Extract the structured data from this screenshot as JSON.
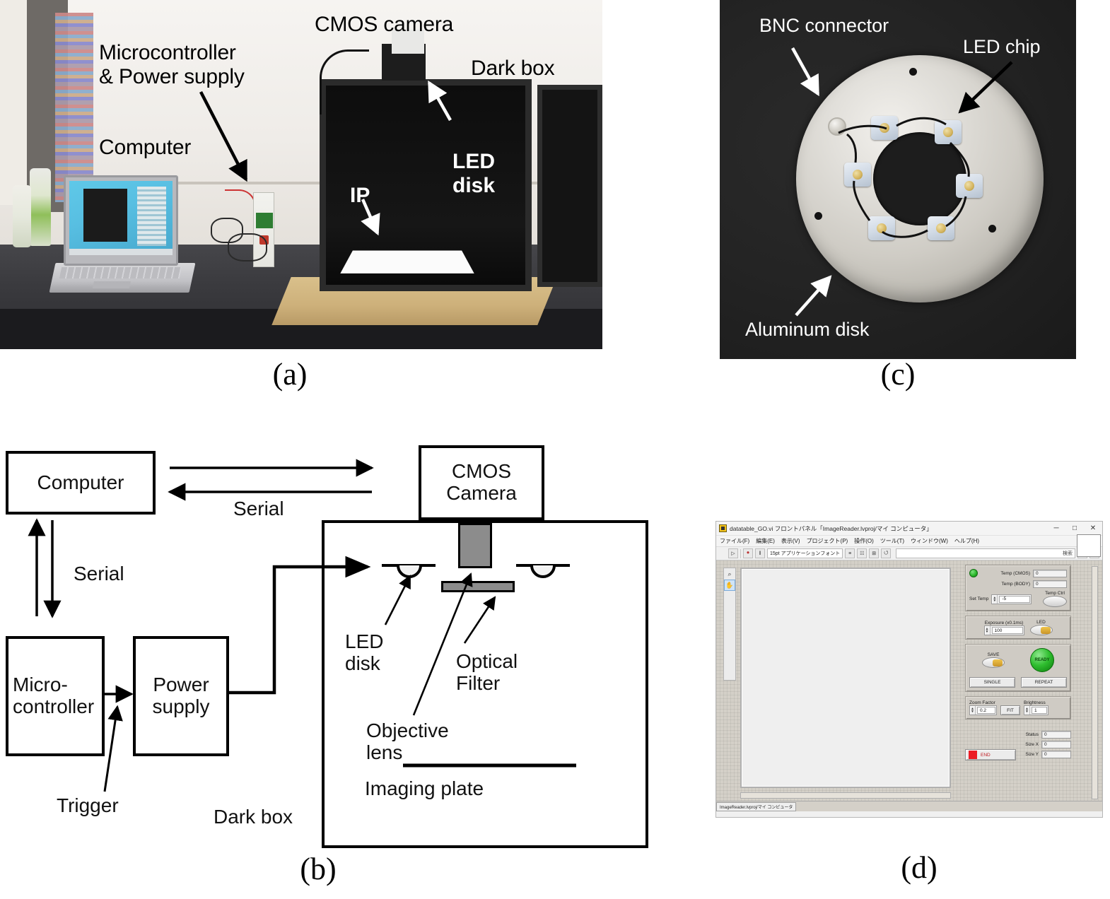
{
  "figure": {
    "panel_labels": {
      "a": "(a)",
      "b": "(b)",
      "c": "(c)",
      "d": "(d)"
    }
  },
  "panel_a": {
    "caption": "(a)",
    "annotations": [
      {
        "id": "microcontroller-power",
        "text": "Microcontroller\n& Power supply",
        "line1": "Microcontroller",
        "line2": "& Power supply",
        "color": "#000000"
      },
      {
        "id": "computer",
        "text": "Computer",
        "color": "#000000"
      },
      {
        "id": "cmos-camera",
        "text": "CMOS camera",
        "color": "#000000"
      },
      {
        "id": "dark-box",
        "text": "Dark box",
        "color": "#000000"
      },
      {
        "id": "led-disk",
        "line1": "LED",
        "line2": "disk",
        "color": "#ffffff"
      },
      {
        "id": "ip",
        "text": "IP",
        "color": "#ffffff"
      }
    ]
  },
  "panel_c": {
    "caption": "(c)",
    "annotations": [
      {
        "id": "bnc-connector",
        "text": "BNC connector",
        "color": "#ffffff"
      },
      {
        "id": "led-chip",
        "text": "LED chip",
        "color": "#ffffff"
      },
      {
        "id": "aluminum-disk",
        "text": "Aluminum disk",
        "color": "#ffffff"
      }
    ]
  },
  "panel_b": {
    "caption": "(b)",
    "blocks": [
      {
        "id": "computer",
        "label": "Computer"
      },
      {
        "id": "cmos-camera",
        "line1": "CMOS",
        "line2": "Camera"
      },
      {
        "id": "microcontroller",
        "line1": "Micro-",
        "line2": "controller"
      },
      {
        "id": "power-supply",
        "line1": "Power",
        "line2": "supply"
      }
    ],
    "link_labels": [
      {
        "id": "serial-top",
        "text": "Serial"
      },
      {
        "id": "serial-left",
        "text": "Serial"
      },
      {
        "id": "trigger",
        "text": "Trigger"
      }
    ],
    "component_labels": [
      {
        "id": "led-disk",
        "line1": "LED",
        "line2": "disk"
      },
      {
        "id": "optical-filter",
        "line1": "Optical",
        "line2": "Filter"
      },
      {
        "id": "objective-lens",
        "line1": "Objective",
        "line2": "lens"
      },
      {
        "id": "imaging-plate",
        "text": "Imaging plate"
      },
      {
        "id": "dark-box",
        "text": "Dark box"
      }
    ]
  },
  "panel_d": {
    "caption": "(d)",
    "window": {
      "title": "datatable_GO.vi フロントパネル「ImageReader.lvproj/マイ コンピュータ」",
      "minimize": "─",
      "maximize": "□",
      "close": "✕"
    },
    "menu": [
      "ファイル(F)",
      "編集(E)",
      "表示(V)",
      "プロジェクト(P)",
      "操作(O)",
      "ツール(T)",
      "ウィンドウ(W)",
      "ヘルプ(H)"
    ],
    "toolbar": {
      "run_icon": "▷",
      "abort_icon": "⏺",
      "pause_icon": "‖",
      "font_selector": "15pt アプリケーションフォント",
      "align_icon": "≡",
      "distribute_icon": "☷",
      "resize_icon": "⊞",
      "reorder_icon": "⭯",
      "search_value": "検索",
      "search_icon": "⌕",
      "help_icon": "?"
    },
    "tools": [
      {
        "id": "zoom-tool",
        "icon": "⌕"
      },
      {
        "id": "hand-tool",
        "icon": "✋"
      }
    ],
    "controls": {
      "temp_group": {
        "indicator_label": "",
        "temp_cmos_label": "Temp (CMOS)",
        "temp_cmos_value": "0",
        "temp_body_label": "Temp (BODY)",
        "temp_body_value": "0",
        "set_temp_label": "Set Temp",
        "set_temp_value": "-5",
        "temp_ctrl_label": "Temp Ctrl"
      },
      "exposure_group": {
        "exposure_label": "Exposure (x0.1ms)",
        "exposure_value": "100",
        "led_label": "LED"
      },
      "acq_group": {
        "save_label": "SAVE",
        "ready_label": "READY",
        "single_label": "SINGLE",
        "repeat_label": "REPEAT"
      },
      "view_group": {
        "zoom_factor_label": "Zoom Factor",
        "zoom_factor_value": "0.2",
        "fit_label": "FIT",
        "brightness_label": "Brightness",
        "brightness_value": "1"
      },
      "status_group": {
        "status_label": "Status",
        "status_value": "0",
        "size_x_label": "Size X",
        "size_x_value": "0",
        "size_y_label": "Size Y",
        "size_y_value": "0",
        "end_label": "END"
      }
    },
    "status_bar": {
      "tab": "ImageReader.lvproj/マイ コンピュータ"
    }
  }
}
